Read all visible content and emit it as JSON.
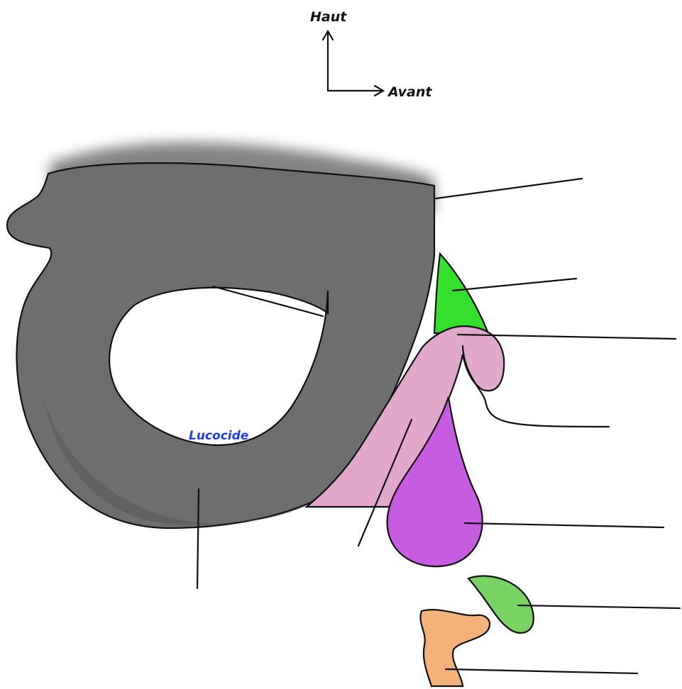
{
  "orientation": {
    "up_label": "Haut",
    "forward_label": "Avant"
  },
  "cavity_label": "Lucocide",
  "colors": {
    "background": "#ffffff",
    "dark_body": "#6e6e6e",
    "dark_body_shadow": "#5a5a5a",
    "cavity": "#ffffff",
    "bright_green_region": "#34e02c",
    "pink_region": "#e2a8cc",
    "purple_region": "#c65de0",
    "light_green_region": "#78d362",
    "orange_region": "#f2b27a",
    "cavity_label_color": "#1f3df0",
    "line": "#111111"
  },
  "leader_lines_without_text": 9
}
